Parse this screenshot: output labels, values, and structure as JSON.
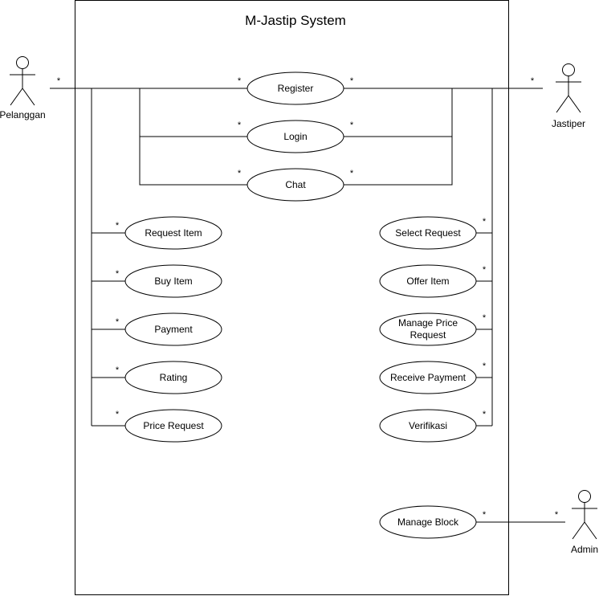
{
  "system": {
    "title": "M-Jastip System"
  },
  "actors": {
    "pelanggan": "Pelanggan",
    "jastiper": "Jastiper",
    "admin": "Admin"
  },
  "multiplicity": "*",
  "use_cases": {
    "register": "Register",
    "login": "Login",
    "chat": "Chat",
    "request_item": "Request Item",
    "buy_item": "Buy Item",
    "payment": "Payment",
    "rating": "Rating",
    "price_request": "Price Request",
    "select_request": "Select Request",
    "offer_item": "Offer Item",
    "manage_price_request_line1": "Manage Price",
    "manage_price_request_line2": "Request",
    "receive_payment": "Receive Payment",
    "verifikasi": "Verifikasi",
    "manage_block": "Manage Block"
  }
}
